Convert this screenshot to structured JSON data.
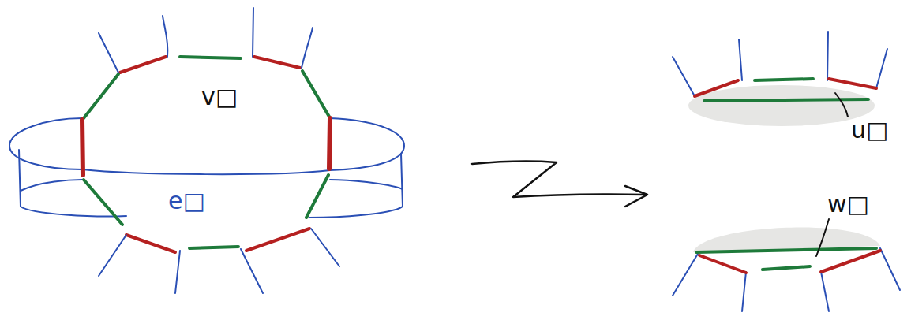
{
  "diagram": {
    "labels": [
      "v□",
      "e□",
      "u□",
      "w□"
    ]
  }
}
